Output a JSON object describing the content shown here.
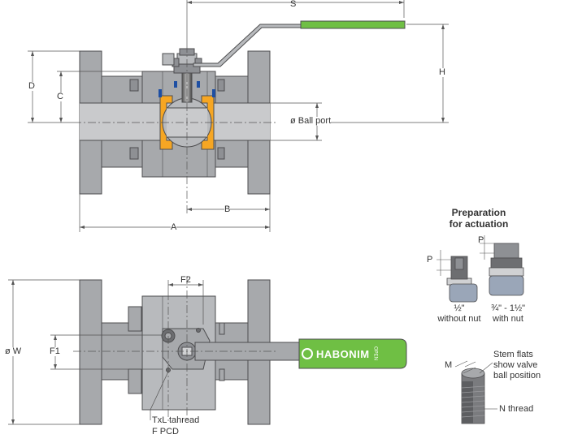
{
  "dimensions": {
    "s": "S",
    "h": "H",
    "d": "D",
    "c": "C",
    "ball_port": "ø Ball port",
    "b": "B",
    "a": "A",
    "f2": "F2",
    "w": "ø W",
    "f1": "F1",
    "txl": "TxL tahread",
    "f_pcd": "F PCD"
  },
  "handle_brand": {
    "name": "HABONIM",
    "open": "OPEN"
  },
  "actuation": {
    "title_line1": "Preparation",
    "title_line2": "for actuation",
    "p_label": "P",
    "left_caption_line1": "½\"",
    "left_caption_line2": "without nut",
    "right_caption_line1": "¾\" - 1½\"",
    "right_caption_line2": "with nut"
  },
  "stem": {
    "m": "M",
    "note_line1": "Stem flats",
    "note_line2": "show valve",
    "note_line3": "ball position",
    "thread": "N thread"
  },
  "colors": {
    "body": "#a7a9ac",
    "body_dark": "#8e9094",
    "outline": "#4d4d4f",
    "handle_green": "#6fbf44",
    "seat_orange": "#f6a623",
    "seal_blue": "#1e4fa3",
    "dim_line": "#555555"
  }
}
